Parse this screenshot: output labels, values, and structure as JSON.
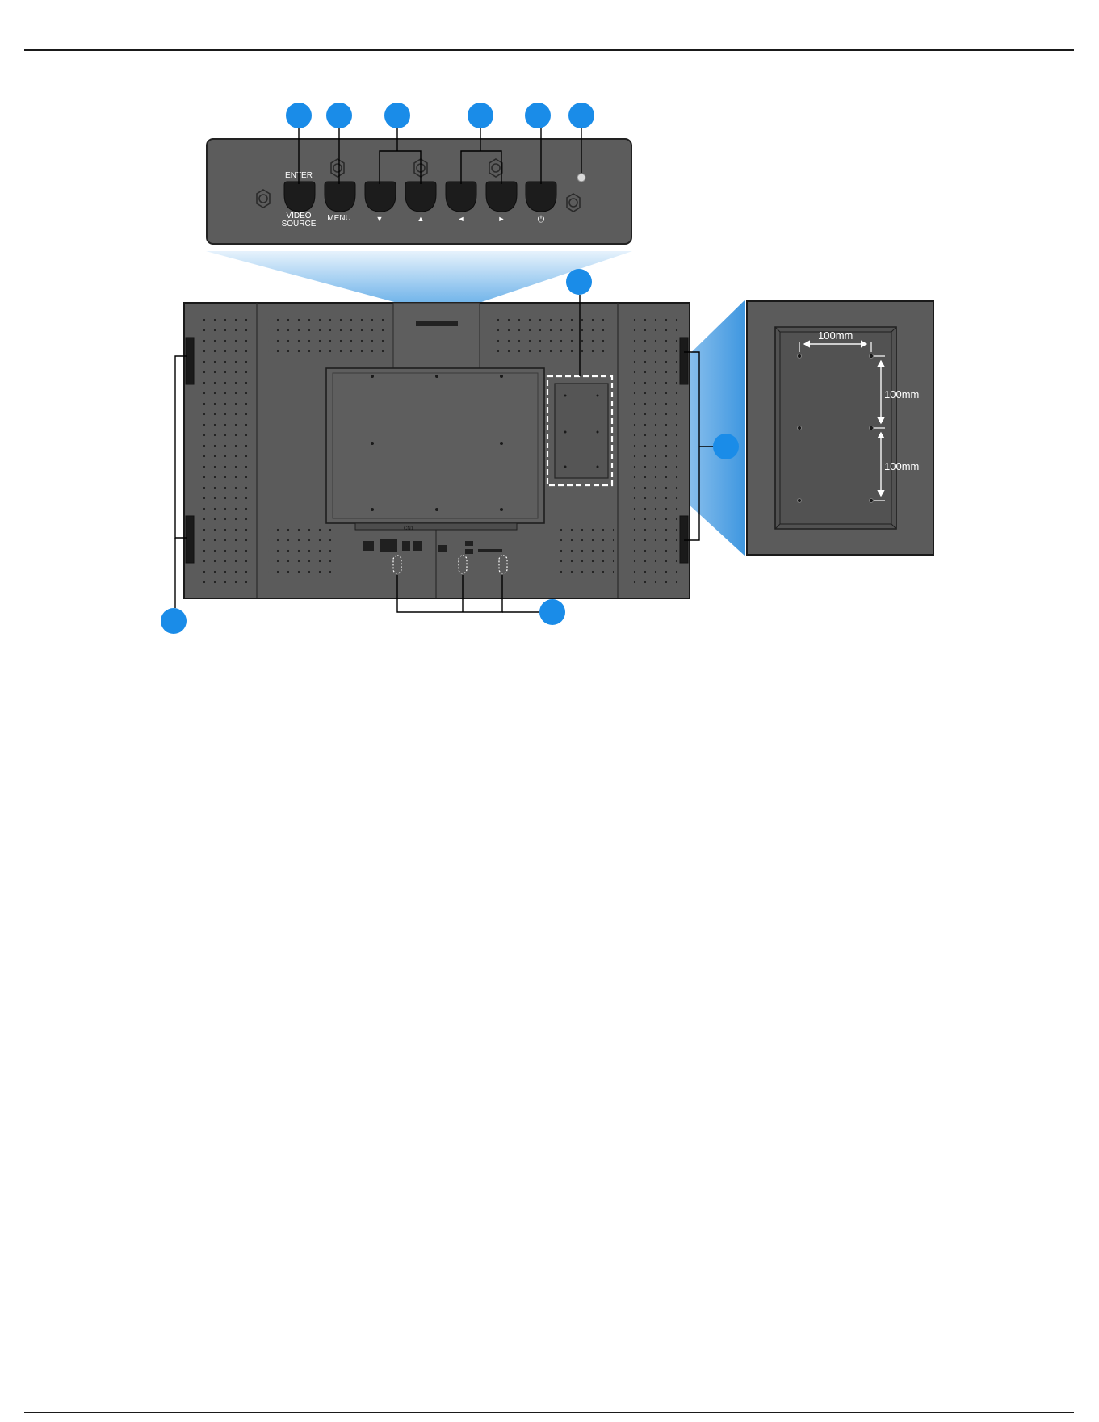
{
  "control_panel": {
    "buttons": [
      {
        "label_top": "ENTER",
        "label_bottom": "VIDEO",
        "label_bottom2": "SOURCE"
      },
      {
        "label_bottom": "MENU"
      },
      {
        "label_bottom": "▼"
      },
      {
        "label_bottom": "▲"
      },
      {
        "label_bottom": "◄"
      },
      {
        "label_bottom": "►"
      },
      {
        "label_bottom": "⏻"
      }
    ]
  },
  "rear_panel": {
    "connector_strip_label": "CN1"
  },
  "mount_detail": {
    "horizontal_spacing": "100mm",
    "vertical_spacing_upper": "100mm",
    "vertical_spacing_lower": "100mm"
  },
  "page": {
    "number": ""
  },
  "colors": {
    "callout": "#1a8ce8",
    "panel": "#5c5c5c",
    "device_body": "#5b5b5b",
    "button": "#1c1c1c",
    "highlight": "#8cc4ef"
  }
}
